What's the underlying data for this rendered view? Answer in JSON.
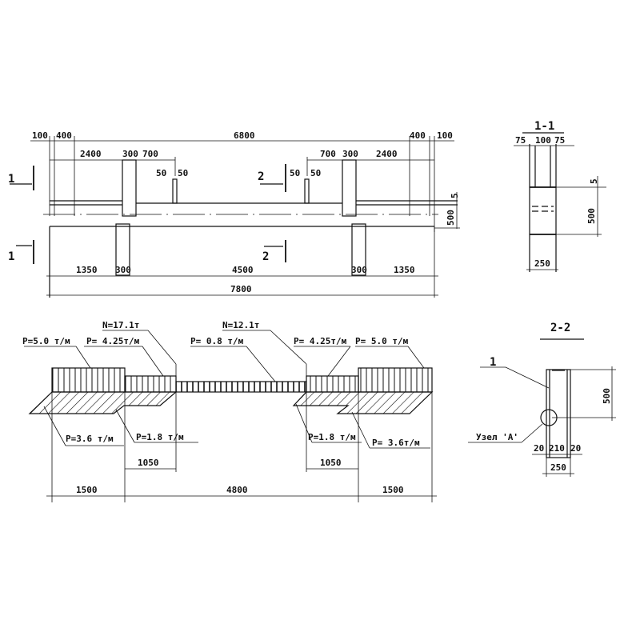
{
  "elevation": {
    "top_dims": [
      "100",
      "400",
      "6800",
      "400",
      "100"
    ],
    "second_dims": [
      "2400",
      "300",
      "700",
      "700",
      "300",
      "2400"
    ],
    "rod_dims_left": [
      "50",
      "50"
    ],
    "rod_dims_right": [
      "50",
      "50"
    ],
    "height_dims": [
      "5",
      "500"
    ],
    "section_marks": [
      "1",
      "1",
      "2",
      "2"
    ],
    "bottom_dims": [
      "1350",
      "300",
      "4500",
      "300",
      "1350"
    ],
    "total_dim": "7800"
  },
  "loads": {
    "top_labels": [
      "P=5.0 т/м",
      "P= 4.25т/м",
      "P= 0.8 т/м",
      "P= 4.25т/м",
      "P= 5.0 т/м"
    ],
    "point_loads": [
      "N=17.1т",
      "N=12.1т"
    ],
    "bottom_labels": [
      "P=3.6 т/м",
      "P=1.8 т/м",
      "P=1.8 т/м",
      "P= 3.6т/м"
    ],
    "dims_1050": [
      "1050",
      "1050"
    ],
    "span_dims": [
      "1500",
      "4800",
      "1500"
    ]
  },
  "section_1_1": {
    "title": "1-1",
    "width_dims": [
      "75",
      "100",
      "75"
    ],
    "height_dims": [
      "5",
      "500"
    ],
    "total_width": "250"
  },
  "section_2_2": {
    "title": "2-2",
    "callout": "1",
    "node_label": "Узел 'A'",
    "height_dim": "500",
    "width_dims": [
      "20",
      "210",
      "20"
    ],
    "total_width": "250"
  }
}
